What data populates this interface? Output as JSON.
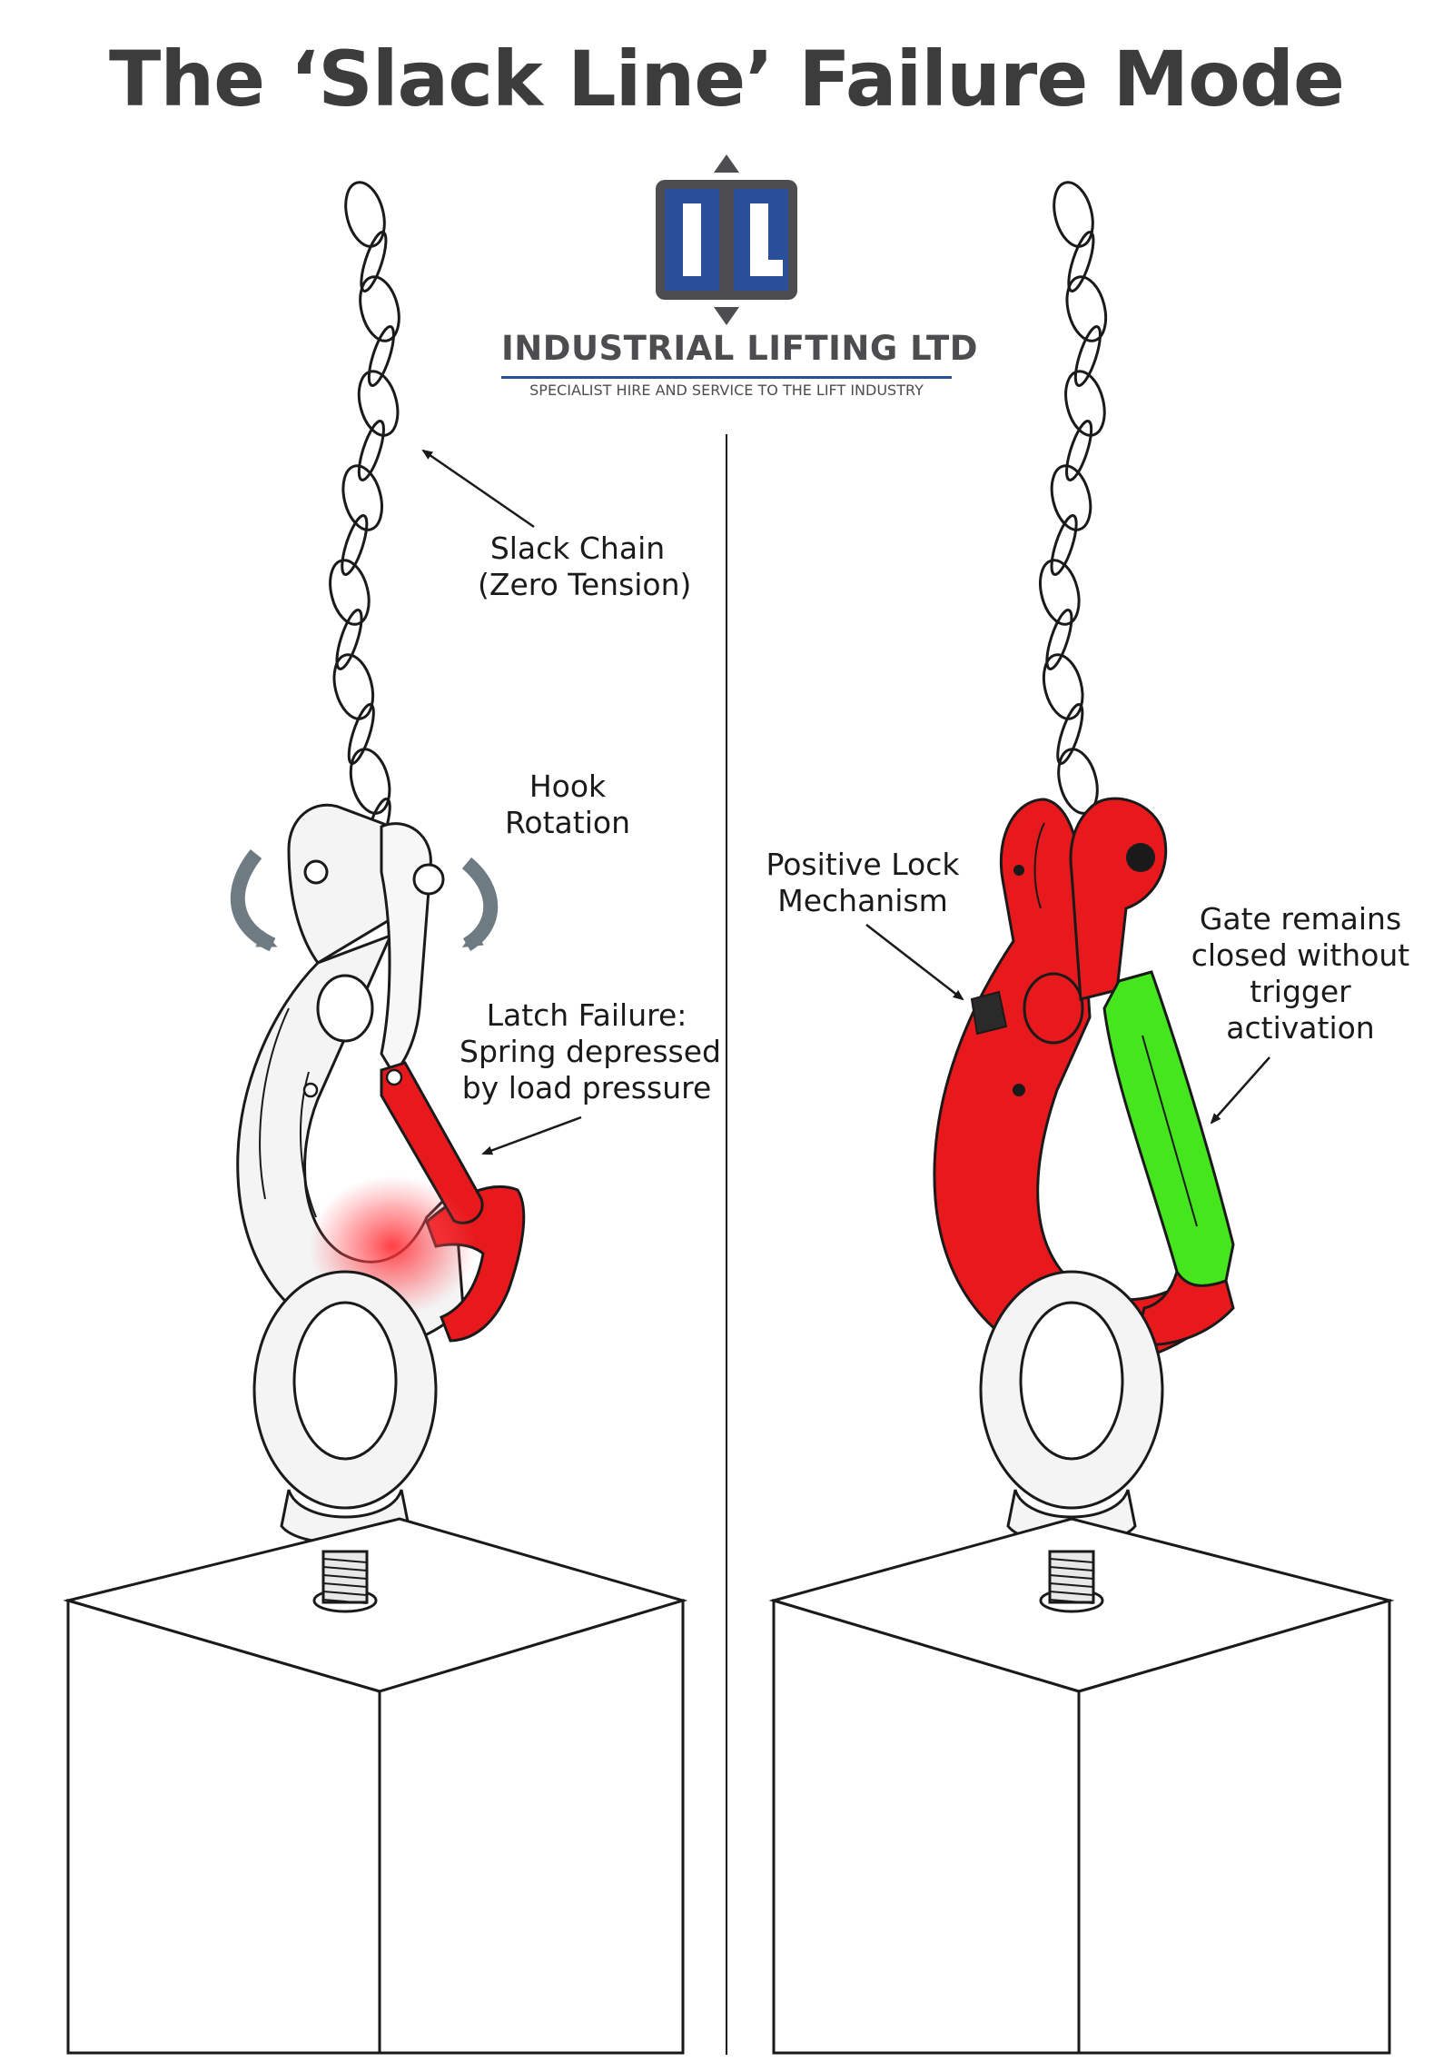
{
  "title": "The ‘Slack Line’ Failure Mode",
  "logo": {
    "letters": "IL",
    "name": "INDUSTRIAL LIFTING LTD",
    "tagline": "SPECIALIST HIRE AND SERVICE TO THE LIFT INDUSTRY",
    "colors": {
      "blue": "#2a4e9a",
      "dark": "#4d4d4f"
    }
  },
  "left_panel": {
    "labels": {
      "slack_chain": [
        "Slack Chain",
        "(Zero Tension)"
      ],
      "hook_rotation": [
        "Hook",
        "Rotation"
      ],
      "latch_failure": [
        "Latch Failure:",
        "Spring depressed",
        "by load pressure"
      ]
    }
  },
  "right_panel": {
    "labels": {
      "positive_lock": [
        "Positive Lock",
        "Mechanism"
      ],
      "gate": [
        "Gate remains",
        "closed without",
        "trigger",
        "activation"
      ]
    }
  },
  "colors": {
    "red": "#e8191c",
    "green": "#46e61e",
    "line": "#1a1a1a",
    "text": "#3c3c3c"
  }
}
